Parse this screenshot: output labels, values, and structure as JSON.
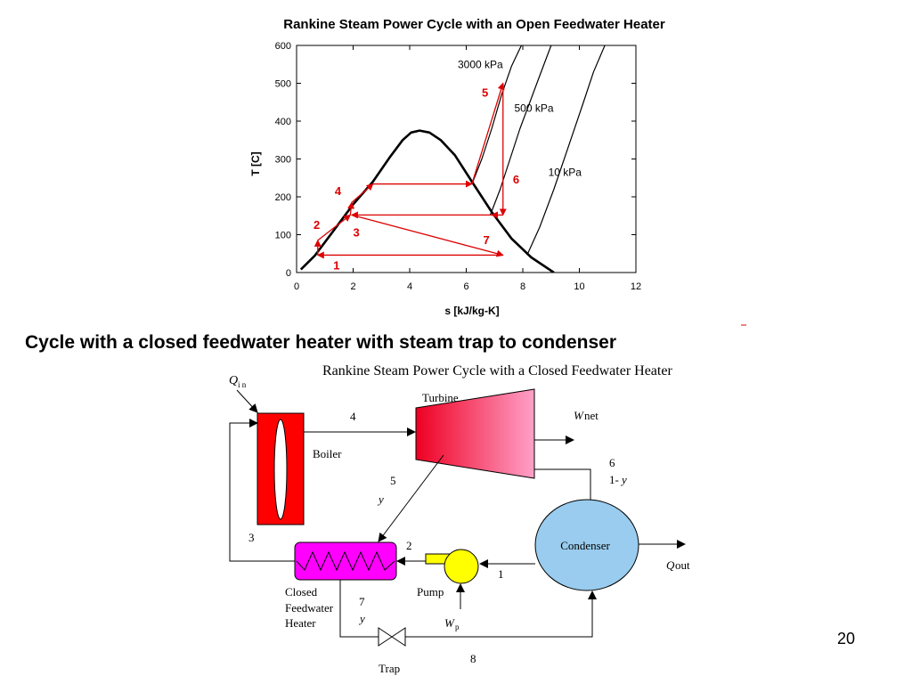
{
  "slide": {
    "subtitle": "Cycle with a closed feedwater heater with steam trap to condenser",
    "page_number": "20"
  },
  "chart_data": {
    "type": "line",
    "title": "Rankine Steam Power Cycle with an Open Feedwater Heater",
    "xlabel": "s [kJ/kg-K]",
    "ylabel": "T [C]",
    "xlim": [
      0,
      12
    ],
    "ylim": [
      0,
      600
    ],
    "xticks": [
      "0",
      "2",
      "4",
      "6",
      "8",
      "10",
      "12"
    ],
    "yticks": [
      "0",
      "100",
      "200",
      "300",
      "400",
      "500",
      "600"
    ],
    "grid": false,
    "series": [
      {
        "name": "saturation dome",
        "color": "#000000",
        "x": [
          0.15,
          0.65,
          1.3,
          2.0,
          2.7,
          3.3,
          3.75,
          4.05,
          4.35,
          4.7,
          5.1,
          5.6,
          6.2,
          6.9,
          7.6,
          8.3,
          9.1
        ],
        "y": [
          8,
          45,
          110,
          180,
          240,
          305,
          350,
          370,
          375,
          370,
          350,
          310,
          240,
          160,
          90,
          40,
          0
        ]
      },
      {
        "name": "3000 kPa",
        "color": "#000000",
        "x": [
          6.2,
          6.55,
          6.9,
          7.25,
          7.6,
          7.95,
          8.3
        ],
        "y": [
          234,
          300,
          380,
          470,
          545,
          600,
          640
        ]
      },
      {
        "name": "500 kPa",
        "color": "#000000",
        "x": [
          6.85,
          7.2,
          7.55,
          7.9,
          8.25,
          8.6,
          9.0
        ],
        "y": [
          152,
          220,
          300,
          380,
          450,
          520,
          600
        ]
      },
      {
        "name": "10 kPa",
        "color": "#000000",
        "x": [
          8.15,
          8.6,
          9.1,
          9.6,
          10.1,
          10.5,
          10.9
        ],
        "y": [
          46,
          120,
          220,
          330,
          440,
          530,
          600
        ]
      },
      {
        "name": "cycle",
        "color": "#dd0000",
        "x": [
          0.75,
          0.75,
          1.9,
          1.95,
          2.7,
          6.2,
          7.3,
          7.3,
          6.9,
          1.95,
          7.3,
          0.75
        ],
        "y": [
          46,
          85,
          152,
          185,
          234,
          234,
          500,
          152,
          152,
          152,
          46,
          46
        ]
      }
    ],
    "annotations": [
      {
        "text": "3000 kPa",
        "x": 5.7,
        "y": 540,
        "color": "#000000"
      },
      {
        "text": "500 kPa",
        "x": 7.7,
        "y": 425,
        "color": "#000000"
      },
      {
        "text": "10 kPa",
        "x": 8.9,
        "y": 255,
        "color": "#000000"
      },
      {
        "text": "1",
        "x": 1.3,
        "y": 8,
        "color": "#dd0000"
      },
      {
        "text": "2",
        "x": 0.6,
        "y": 115,
        "color": "#dd0000"
      },
      {
        "text": "3",
        "x": 2.0,
        "y": 95,
        "color": "#dd0000"
      },
      {
        "text": "4",
        "x": 1.35,
        "y": 205,
        "color": "#dd0000"
      },
      {
        "text": "5",
        "x": 6.55,
        "y": 465,
        "color": "#dd0000"
      },
      {
        "text": "6",
        "x": 7.65,
        "y": 235,
        "color": "#dd0000"
      },
      {
        "text": "7",
        "x": 6.6,
        "y": 75,
        "color": "#dd0000"
      }
    ]
  },
  "schematic": {
    "title": "Rankine Steam Power Cycle with a Closed Feedwater Heater",
    "q_in": "Q",
    "q_in_sub": "i n",
    "boiler_label": "Boiler",
    "turbine_label": "Turbine",
    "w_net": "W",
    "w_net_suffix": "net",
    "condenser_label": "Condenser",
    "q_out": "Q",
    "q_out_suffix": "out",
    "pump_label": "Pump",
    "w_p": "W",
    "w_p_sub": "p",
    "cfwh_line1": "Closed",
    "cfwh_line2": "Feedwater",
    "cfwh_line3": "Heater",
    "trap_label": "Trap",
    "state_1": "1",
    "state_2": "2",
    "state_3": "3",
    "state_4": "4",
    "state_5": "5",
    "state_5_frac": "y",
    "state_6": "6",
    "state_6_frac_prefix": "1-",
    "state_6_frac_y": "y",
    "state_7": "7",
    "state_7_frac": "y",
    "state_8": "8",
    "colors": {
      "boiler": "#ff0000",
      "heater": "#ff00ff",
      "condenser": "#99ccee",
      "pump": "#ffff00",
      "turbine_start": "#ee0022",
      "turbine_end": "#ffa0c8"
    }
  }
}
